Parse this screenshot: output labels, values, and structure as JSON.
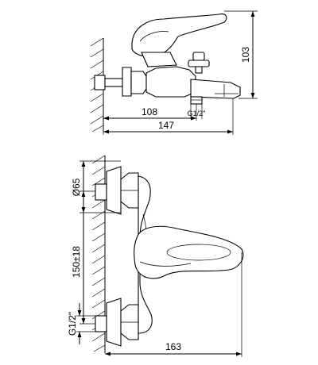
{
  "side_view": {
    "dim_height": "103",
    "dim_outlet": "108",
    "dim_length": "147",
    "dim_thread": "G1/2\""
  },
  "front_view": {
    "dim_flange": "Ø65",
    "dim_spacing": "150±18",
    "dim_thread": "G1/2\"",
    "dim_length": "163"
  }
}
